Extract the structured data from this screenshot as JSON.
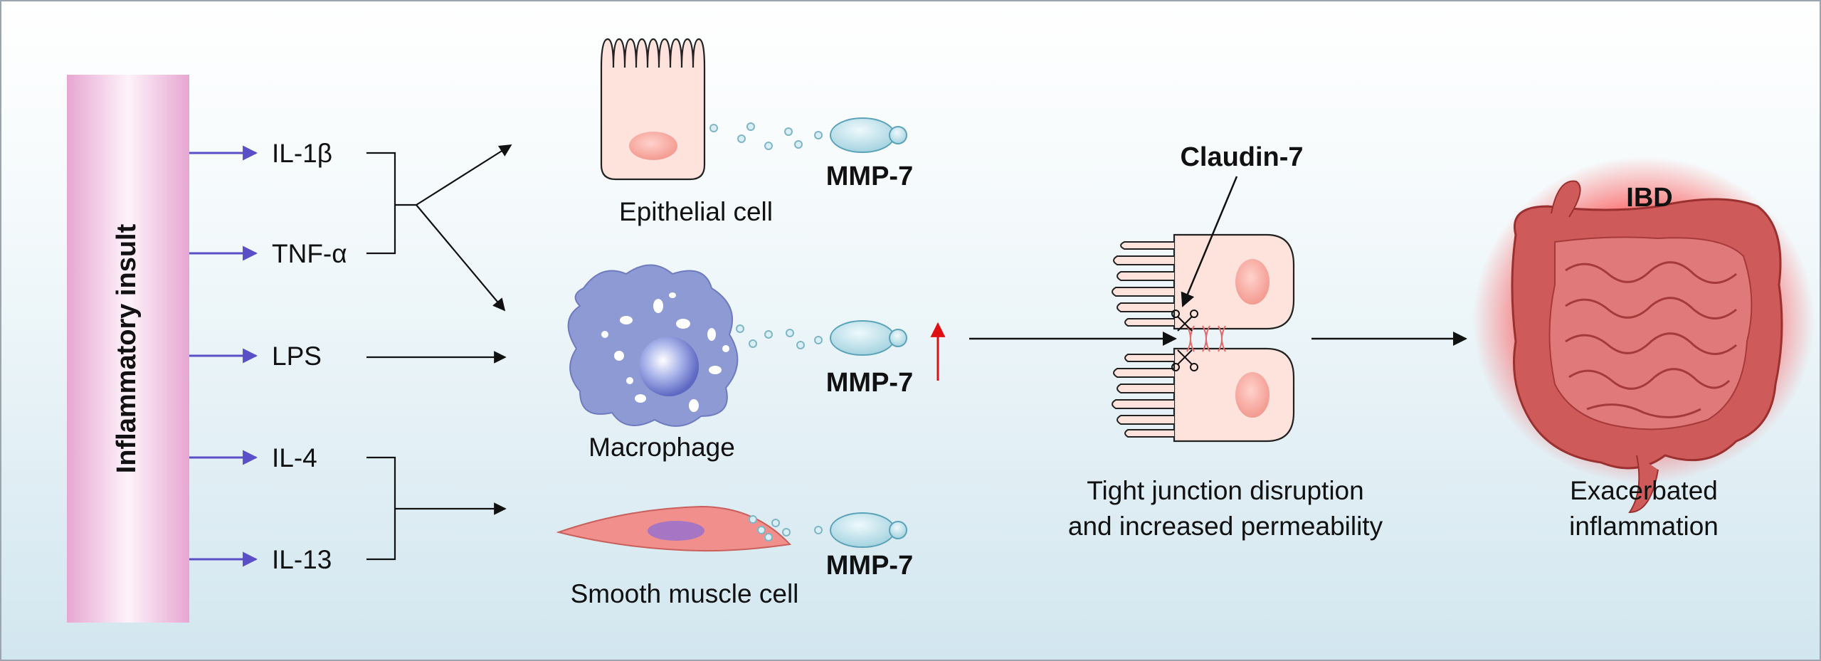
{
  "colors": {
    "background_top": "#ffffff",
    "background_bottom": "#d2e6ef",
    "insult_bar": "#e8a9d4",
    "cytokine_arrow": "#5b4fc8",
    "increase_arrow": "#e01010",
    "mmp7_fill": "#bfe2ec",
    "cell_pink": "#fde3dc",
    "macrophage": "#8e9ad4",
    "colon": "#cf5a5a",
    "glow": "#ff2a2a"
  },
  "insult": {
    "label": "Inflammatory insult"
  },
  "stimuli": [
    {
      "label": "IL-1β"
    },
    {
      "label": "TNF-α"
    },
    {
      "label": "LPS"
    },
    {
      "label": "IL-4"
    },
    {
      "label": "IL-13"
    }
  ],
  "cells": {
    "epithelial": {
      "label": "Epithelial cell",
      "product": "MMP-7"
    },
    "macrophage": {
      "label": "Macrophage",
      "product": "MMP-7"
    },
    "smooth_muscle": {
      "label": "Smooth muscle cell",
      "product": "MMP-7"
    }
  },
  "junction": {
    "target": "Claudin-7",
    "caption_line1": "Tight junction disruption",
    "caption_line2": "and increased permeability"
  },
  "outcome": {
    "title": "IBD",
    "caption_line1": "Exacerbated",
    "caption_line2": "inflammation"
  }
}
